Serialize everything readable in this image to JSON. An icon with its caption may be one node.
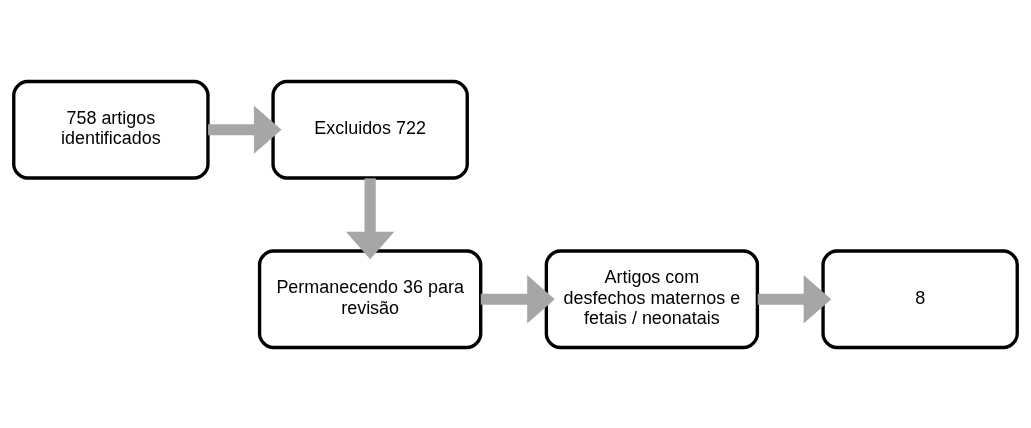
{
  "diagram": {
    "nodes": [
      {
        "text": [
          "758 artigos identificados"
        ]
      },
      {
        "text": [
          "Excluidos 722"
        ]
      },
      {
        "text": [
          "Permanecendo 36 para revisão"
        ]
      },
      {
        "text": [
          "Artigos com desfechos maternos e fetais / neonatais"
        ]
      },
      {
        "text": [
          "8"
        ]
      }
    ],
    "edges": [
      {
        "from": 0,
        "to": 1,
        "arrow": "to"
      },
      {
        "from": 1,
        "to": 2,
        "arrow": "to"
      },
      {
        "from": 2,
        "to": 3,
        "arrow": "to"
      },
      {
        "from": 3,
        "to": 4,
        "arrow": "to"
      }
    ]
  }
}
